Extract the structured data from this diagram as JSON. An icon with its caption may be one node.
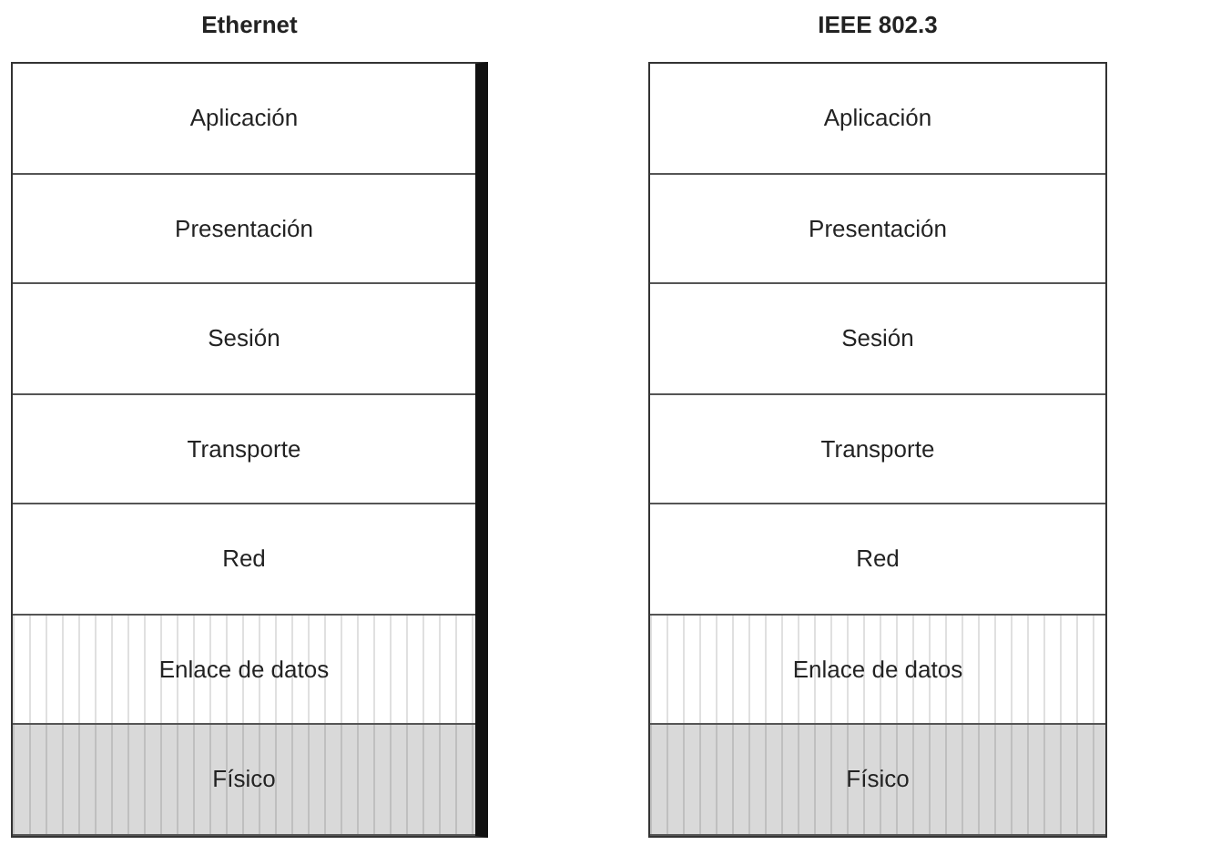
{
  "diagram": {
    "nodes": [
      {
        "text": [
          "Ethernet"
        ]
      },
      {
        "text": [
          "Aplicación"
        ],
        "in": 0
      },
      {
        "text": [
          "Presentación"
        ],
        "in": 0
      },
      {
        "text": [
          "Sesión"
        ],
        "in": 0
      },
      {
        "text": [
          "Transporte"
        ],
        "in": 0
      },
      {
        "text": [
          "Red"
        ],
        "in": 0
      },
      {
        "text": [
          "Enlace de datos"
        ],
        "in": 0
      },
      {
        "text": [
          "Físico"
        ],
        "in": 0
      },
      {
        "text": [
          "IEEE 802.3"
        ]
      },
      {
        "text": [
          "Aplicación"
        ],
        "in": 8
      },
      {
        "text": [
          "Presentación"
        ],
        "in": 8
      },
      {
        "text": [
          "Sesión"
        ],
        "in": 8
      },
      {
        "text": [
          "Transporte"
        ],
        "in": 8
      },
      {
        "text": [
          "Red"
        ],
        "in": 8
      },
      {
        "text": [
          "Enlace de datos"
        ],
        "in": 8
      },
      {
        "text": [
          "Físico"
        ],
        "in": 8
      }
    ]
  }
}
